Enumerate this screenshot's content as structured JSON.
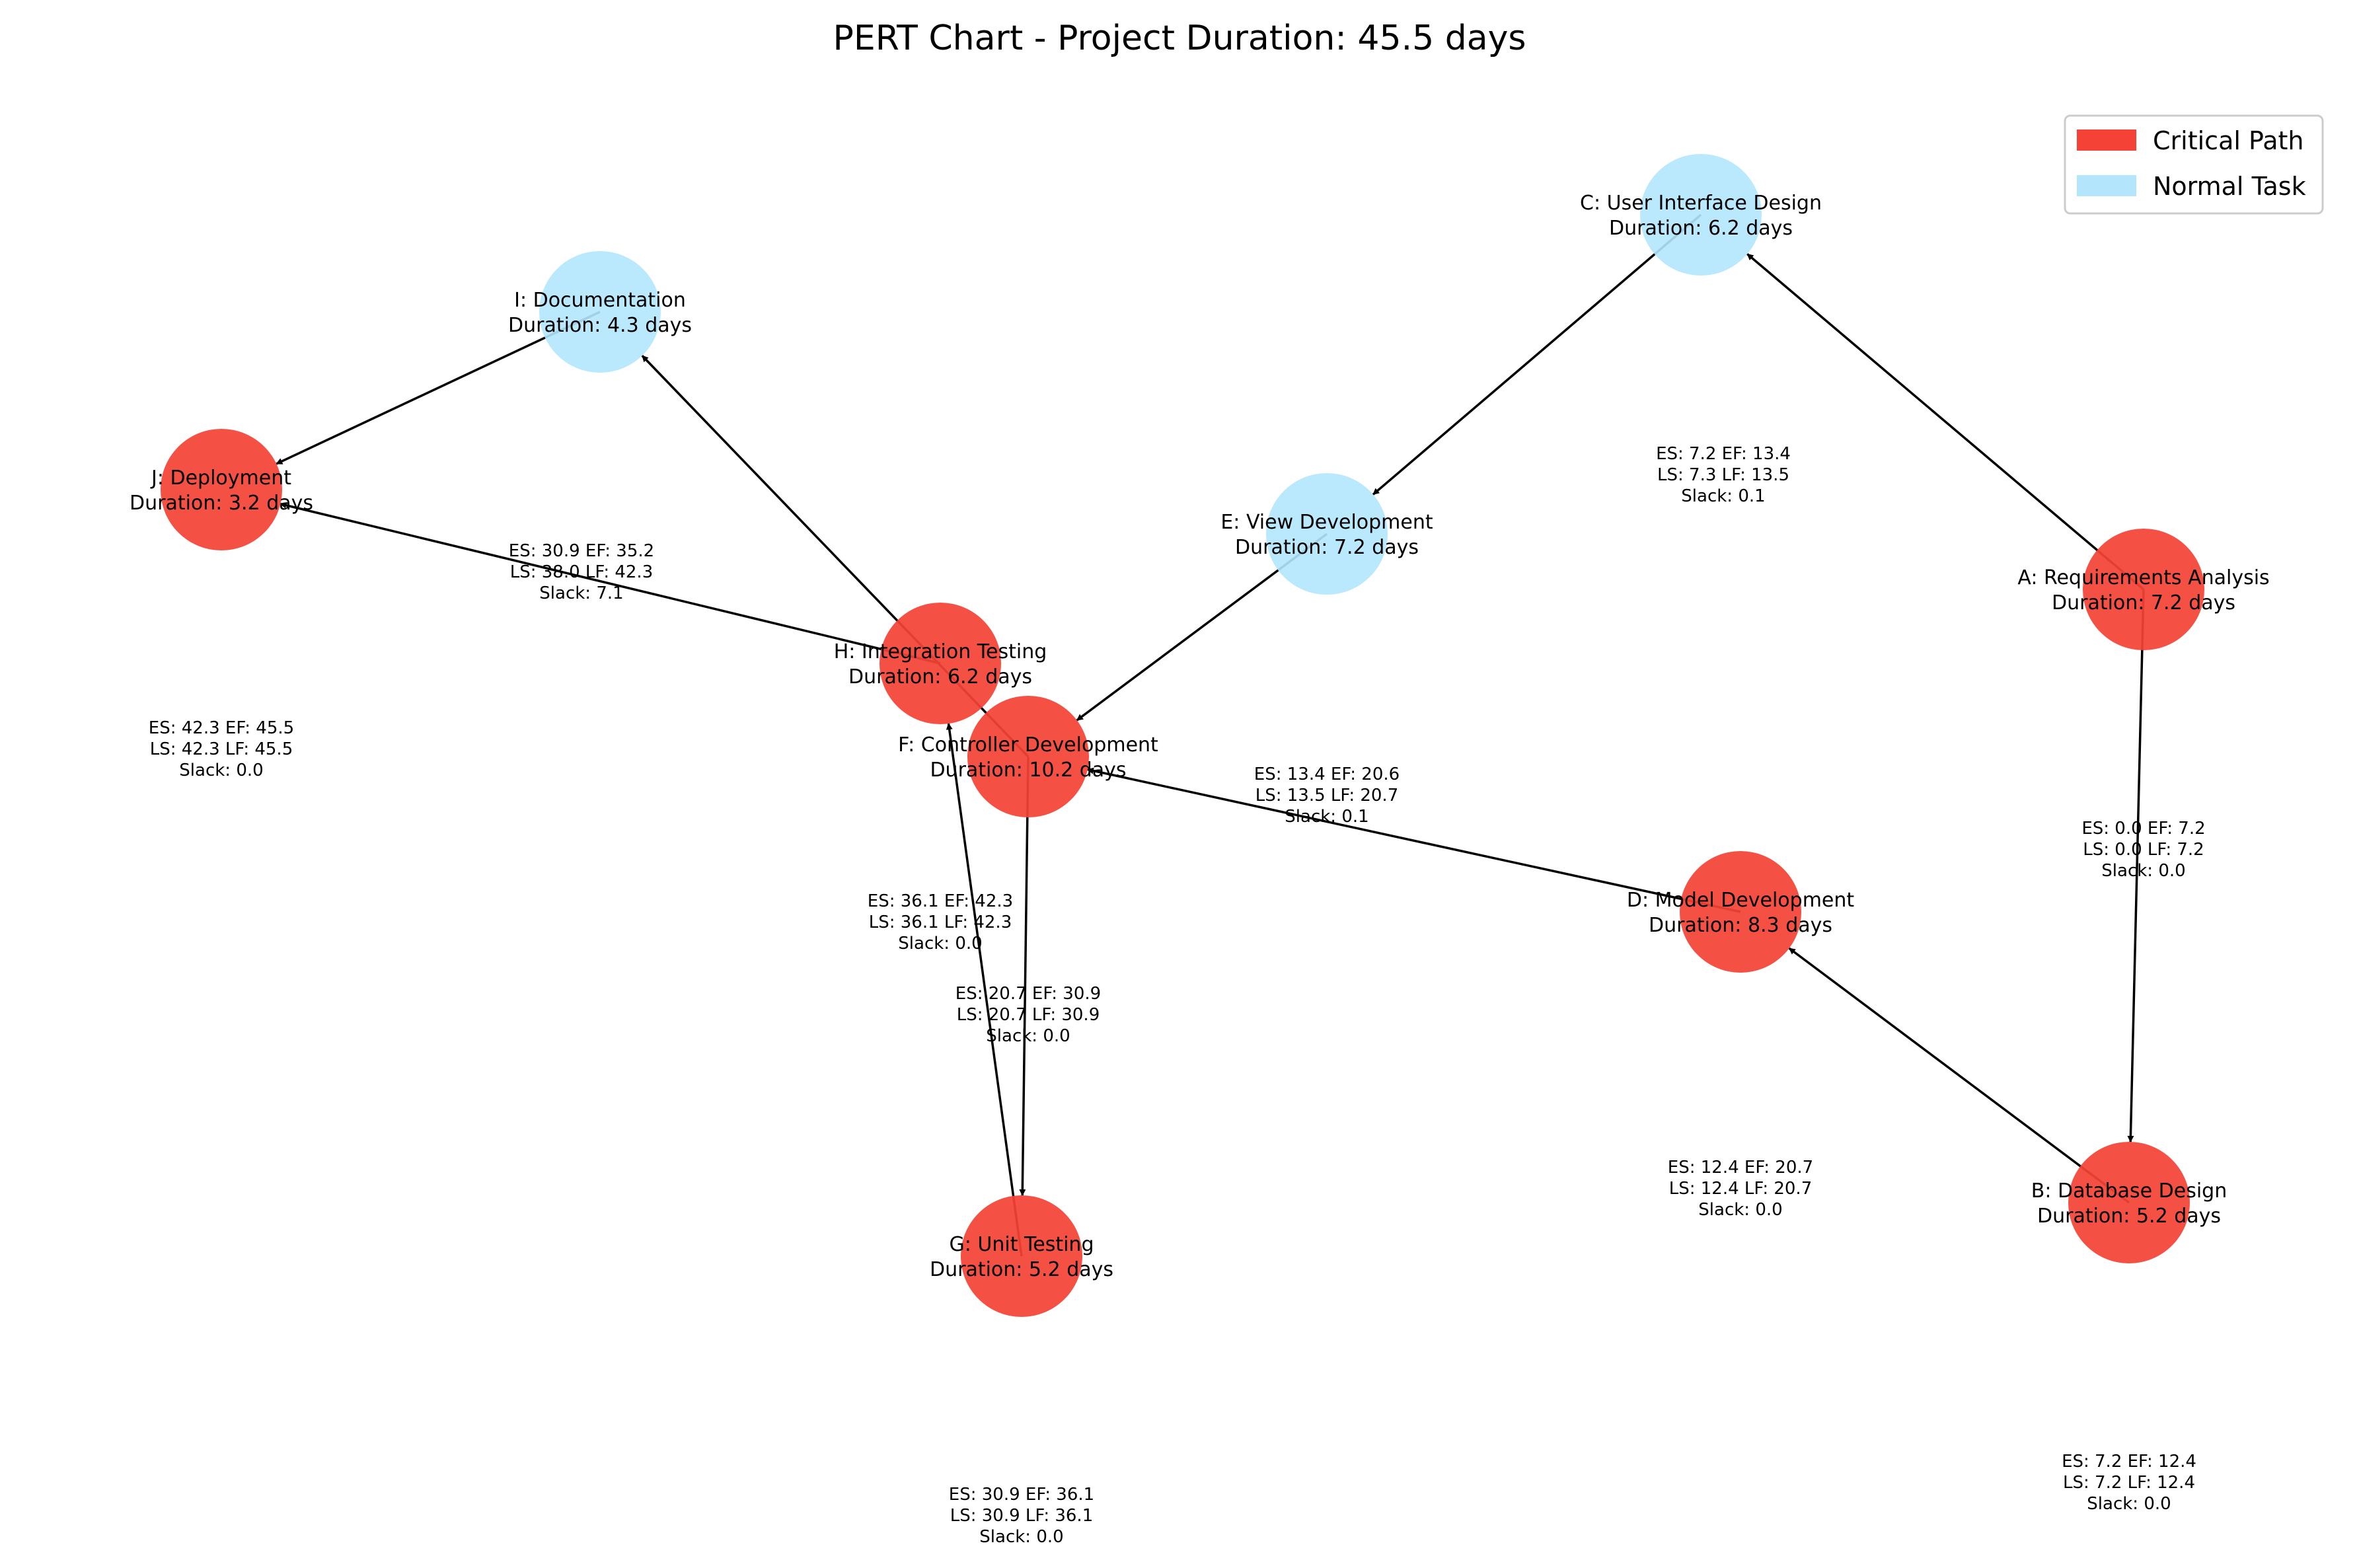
{
  "title": "PERT Chart - Project Duration: 45.5 days",
  "colors": {
    "critical": "#f44336",
    "normal": "#b3e5fc",
    "edge": "#000000"
  },
  "legend": [
    {
      "label": "Critical Path",
      "color": "#f44336"
    },
    {
      "label": "Normal Task",
      "color": "#b3e5fc"
    }
  ],
  "nodes": [
    {
      "id": "A",
      "name": "A: Requirements Analysis",
      "duration": "Duration: 7.2 days",
      "critical": true,
      "es": "ES: 0.0  EF: 7.2",
      "ls": "LS: 0.0  LF: 7.2",
      "slack": "Slack: 0.0"
    },
    {
      "id": "B",
      "name": "B: Database Design",
      "duration": "Duration: 5.2 days",
      "critical": true,
      "es": "ES: 7.2  EF: 12.4",
      "ls": "LS: 7.2  LF: 12.4",
      "slack": "Slack: 0.0"
    },
    {
      "id": "C",
      "name": "C: User Interface Design",
      "duration": "Duration: 6.2 days",
      "critical": false,
      "es": "ES: 7.2  EF: 13.4",
      "ls": "LS: 7.3  LF: 13.5",
      "slack": "Slack: 0.1"
    },
    {
      "id": "D",
      "name": "D: Model Development",
      "duration": "Duration: 8.3 days",
      "critical": true,
      "es": "ES: 12.4  EF: 20.7",
      "ls": "LS: 12.4  LF: 20.7",
      "slack": "Slack: 0.0"
    },
    {
      "id": "E",
      "name": "E: View Development",
      "duration": "Duration: 7.2 days",
      "critical": false,
      "es": "ES: 13.4  EF: 20.6",
      "ls": "LS: 13.5  LF: 20.7",
      "slack": "Slack: 0.1"
    },
    {
      "id": "F",
      "name": "F: Controller Development",
      "duration": "Duration: 10.2 days",
      "critical": true,
      "es": "ES: 20.7  EF: 30.9",
      "ls": "LS: 20.7  LF: 30.9",
      "slack": "Slack: 0.0"
    },
    {
      "id": "G",
      "name": "G: Unit Testing",
      "duration": "Duration: 5.2 days",
      "critical": true,
      "es": "ES: 30.9  EF: 36.1",
      "ls": "LS: 30.9  LF: 36.1",
      "slack": "Slack: 0.0"
    },
    {
      "id": "H",
      "name": "H: Integration Testing",
      "duration": "Duration: 6.2 days",
      "critical": true,
      "es": "ES: 36.1  EF: 42.3",
      "ls": "LS: 36.1  LF: 42.3",
      "slack": "Slack: 0.0"
    },
    {
      "id": "I",
      "name": "I: Documentation",
      "duration": "Duration: 4.3 days",
      "critical": false,
      "es": "ES: 30.9  EF: 35.2",
      "ls": "LS: 38.0  LF: 42.3",
      "slack": "Slack: 7.1"
    },
    {
      "id": "J",
      "name": "J: Deployment",
      "duration": "Duration: 3.2 days",
      "critical": true,
      "es": "ES: 42.3  EF: 45.5",
      "ls": "LS: 42.3  LF: 45.5",
      "slack": "Slack: 0.0"
    }
  ],
  "edges": [
    {
      "from": "A",
      "to": "B"
    },
    {
      "from": "A",
      "to": "C"
    },
    {
      "from": "B",
      "to": "D"
    },
    {
      "from": "C",
      "to": "E"
    },
    {
      "from": "D",
      "to": "F"
    },
    {
      "from": "E",
      "to": "F"
    },
    {
      "from": "F",
      "to": "G"
    },
    {
      "from": "G",
      "to": "H"
    },
    {
      "from": "F",
      "to": "I"
    },
    {
      "from": "H",
      "to": "J"
    },
    {
      "from": "I",
      "to": "J"
    }
  ]
}
